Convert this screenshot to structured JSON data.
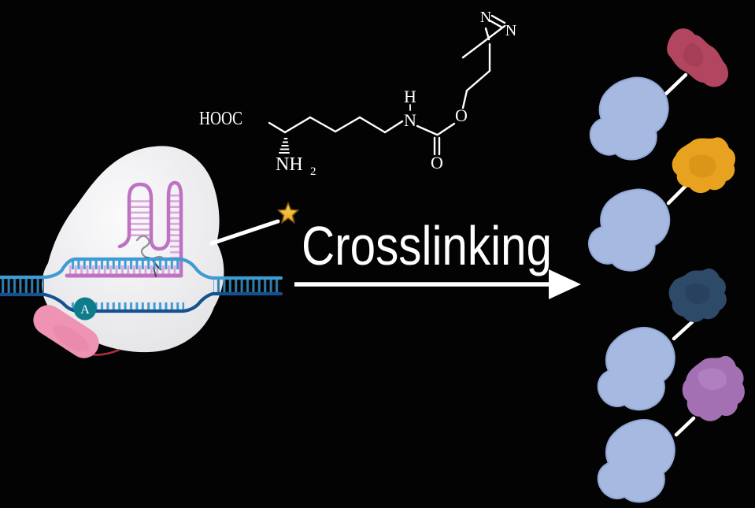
{
  "scene": {
    "reaction_label": "Crosslinking"
  },
  "complex": {
    "a_site_label": "A"
  },
  "chemical_structure": {
    "labels": {
      "hooc": "HOOC",
      "nh": "NH",
      "nh_subscript": "2",
      "amide_h": "H",
      "amide_n": "N",
      "carbonyl_o": "O",
      "ester_o": "O",
      "diazirine_n_left": "N",
      "diazirine_n_right": "N"
    }
  },
  "colors": {
    "background": "#030303",
    "white": "#ffffff",
    "grey_blob_inner": "#fbfbfc",
    "grey_blob_outer": "#e2e2e6",
    "dna_light": "#3f9bd2",
    "dna_dark": "#15518f",
    "dna_rung": "#2e7fb0",
    "rna_strand": "#bf72c2",
    "rna_rung": "#d9a6dc",
    "a_site_fill": "#0f7c8c",
    "pink_protein": "#ee93b3",
    "pink_protein_dark": "#e27ba0",
    "red_tail": "#b23042",
    "squiggle_grey": "#8f8f8f",
    "squiggle_dark": "#4a4a4a",
    "star_fill": "#e8a82a",
    "star_light": "#f9d44d",
    "star_stroke": "#8a5a10",
    "bait_fill": "#a6b9e1",
    "bait_edge": "#93a8d6",
    "prey_red": "#b24560",
    "prey_red_dark": "#9a3750",
    "prey_orange": "#e8a21f",
    "prey_orange_dark": "#cd8714",
    "prey_navy": "#2d4a69",
    "prey_navy_dark": "#223a55",
    "prey_purple": "#a470b4",
    "prey_purple_light": "#b988c6",
    "connector": "#ffffff",
    "arrow": "#ffffff"
  }
}
